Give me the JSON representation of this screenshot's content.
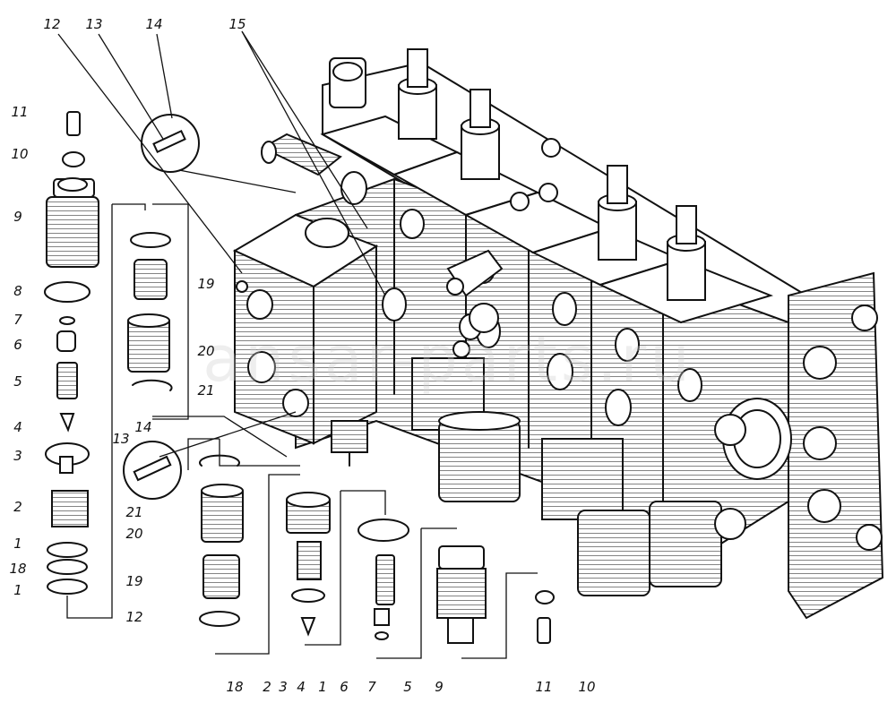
{
  "labels": {
    "left_column": [
      "11",
      "10",
      "9",
      "8",
      "7",
      "6",
      "5",
      "4",
      "3",
      "2",
      "1",
      "18",
      "1"
    ],
    "top": [
      "12",
      "13",
      "14",
      "15"
    ],
    "middle_column": [
      "19",
      "20",
      "21",
      "14",
      "13",
      "21",
      "20",
      "19",
      "12"
    ],
    "bottom_row": [
      "18",
      "2",
      "3",
      "4",
      "1",
      "6",
      "7",
      "5",
      "9",
      "11",
      "10"
    ]
  },
  "watermark": "ansar-parts.ru"
}
